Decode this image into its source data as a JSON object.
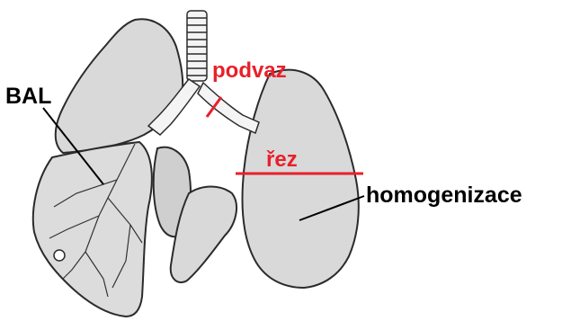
{
  "labels": {
    "bal": "BAL",
    "podvaz": "podvaz",
    "rez": "řez",
    "homogenizace": "homogenizace"
  },
  "colors": {
    "annotation_red": "#e8202a",
    "lung_fill": "#d9d9d9",
    "outline": "#2b2b2b"
  }
}
